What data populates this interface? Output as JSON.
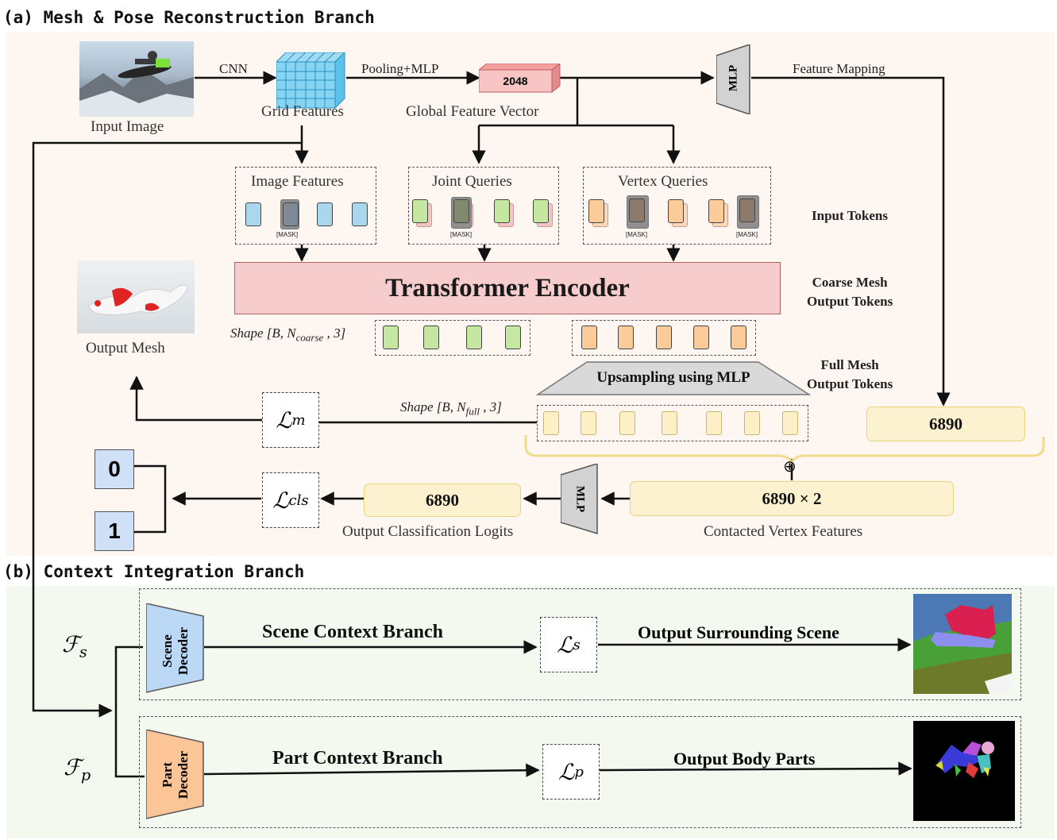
{
  "sections": {
    "a_title": "(a) Mesh & Pose Reconstruction Branch",
    "b_title": "(b) Context Integration Branch"
  },
  "labels": {
    "input_image": "Input Image",
    "cnn": "CNN",
    "grid_features": "Grid Features",
    "pooling_mlp": "Pooling+MLP",
    "global_feature_vector": "Global Feature Vector",
    "vec_2048": "2048",
    "mlp": "MLP",
    "feature_mapping": "Feature Mapping",
    "image_features": "Image Features",
    "joint_queries": "Joint Queries",
    "vertex_queries": "Vertex Queries",
    "mask": "[MASK]",
    "input_tokens": "Input Tokens",
    "transformer_encoder": "Transformer Encoder",
    "coarse_mesh_1": "Coarse Mesh",
    "coarse_mesh_2": "Output Tokens",
    "output_mesh": "Output Mesh",
    "shape_coarse_pre": "Shape [B, N",
    "shape_coarse_sub": "coarse",
    "shape_coarse_post": " , 3]",
    "full_mesh_1": "Full Mesh",
    "full_mesh_2": "Output Tokens",
    "upsampling": "Upsampling using MLP",
    "shape_full_pre": "Shape [B, N",
    "shape_full_sub": "full",
    "shape_full_post": " , 3]",
    "loss_m": "ℒ",
    "loss_m_sub": "m",
    "loss_cls": "ℒ",
    "loss_cls_sub": "cls",
    "box_6890_right": "6890",
    "oplus": "⊕",
    "class_0": "0",
    "class_1": "1",
    "box_6890_cls": "6890",
    "output_cls_logits": "Output Classification Logits",
    "box_6890x2": "6890 × 2",
    "contacted_vertex_features": "Contacted Vertex Features",
    "f_s": "ℱ",
    "f_s_sub": "s",
    "f_p": "ℱ",
    "f_p_sub": "p",
    "scene_decoder_1": "Scene",
    "scene_decoder_2": "Decoder",
    "part_decoder_1": "Part",
    "part_decoder_2": "Decoder",
    "scene_context_branch": "Scene Context Branch",
    "part_context_branch": "Part Context Branch",
    "loss_s": "ℒ",
    "loss_s_sub": "s",
    "loss_p": "ℒ",
    "loss_p_sub": "p",
    "output_surrounding_scene": "Output Surrounding Scene",
    "output_body_parts": "Output Body Parts"
  },
  "colors": {
    "panel_a_bg": "#fdf6f1",
    "panel_b_bg": "#f3f9ef",
    "image_token": "#a9d7ee",
    "joint_token": "#c6e7a2",
    "vertex_token": "#fccb9a",
    "masked_token": "#8f8f8f",
    "encoder": "#f6cccc",
    "full_token": "#fdf0c6",
    "scene_decoder": "#bcd8f7",
    "part_decoder": "#fbc597"
  }
}
